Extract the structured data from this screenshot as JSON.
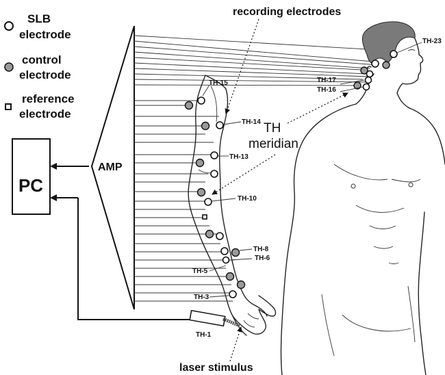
{
  "legend": {
    "slb": [
      "SLB",
      "electrode"
    ],
    "control": [
      "control",
      "electrode"
    ],
    "reference": [
      "reference",
      "electrode"
    ]
  },
  "pc_label": "PC",
  "amp_label": "AMP",
  "recording_label": "recording electrodes",
  "meridian_label": [
    "TH",
    "meridian"
  ],
  "laser_label": "laser stimulus",
  "points": {
    "th23": "TH-23",
    "th17": "TH-17",
    "th16": "TH-16",
    "th15": "TH-15",
    "th14": "TH-14",
    "th13": "TH-13",
    "th10": "TH-10",
    "th8": "TH-8",
    "th6": "TH-6",
    "th5": "TH-5",
    "th3": "TH-3",
    "th1": "TH-1"
  },
  "colors": {
    "ink": "#111111",
    "control_fill": "#9a9a9a",
    "hair": "#7a7a7a"
  }
}
